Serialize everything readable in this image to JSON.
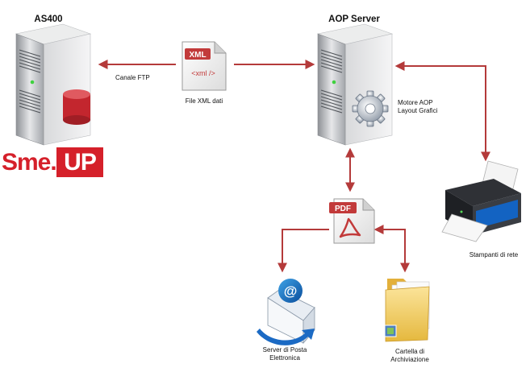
{
  "nodes": {
    "as400": {
      "title": "AS400",
      "icon": "server-with-database-icon"
    },
    "aop_server": {
      "title": "AOP Server",
      "icon": "server-with-gear-icon"
    },
    "xml_file": {
      "badge": "XML",
      "tag": "<xml />",
      "label": "File XML dati",
      "icon": "xml-file-icon"
    },
    "pdf_file": {
      "badge": "PDF",
      "icon": "pdf-file-icon"
    },
    "printer": {
      "label": "Stampanti  di rete",
      "icon": "printer-icon"
    },
    "mail": {
      "label_line1": "Server  di Posta",
      "label_line2": "Elettronica",
      "icon": "email-icon"
    },
    "folder": {
      "label_line1": "Cartella  di",
      "label_line2": "Archiviazione",
      "icon": "folder-icon"
    }
  },
  "labels": {
    "ftp_channel": "Canale  FTP",
    "engine_line1": "Motore AOP",
    "engine_line2": "Layout Grafici"
  },
  "logo": {
    "part1": "Sme.",
    "part2": "UP"
  },
  "colors": {
    "arrow": "#b43a3a",
    "logo_red": "#d5202a",
    "server_gray": "#c9cbce"
  }
}
